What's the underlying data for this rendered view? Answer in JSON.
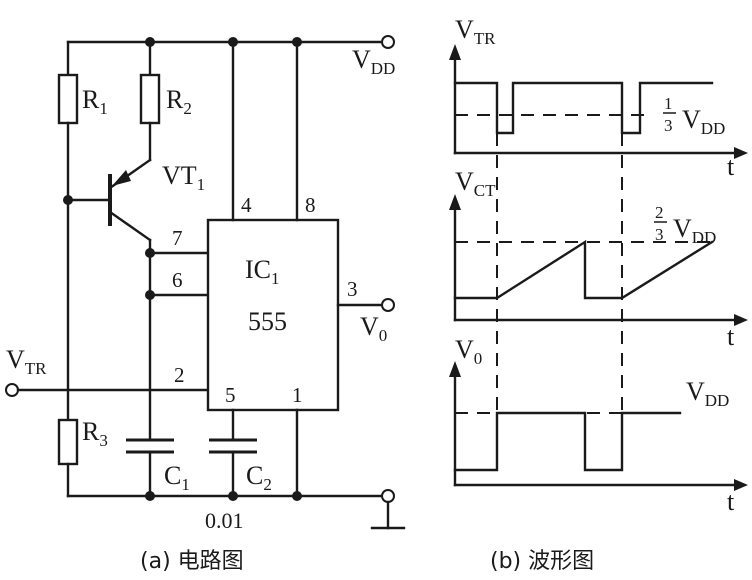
{
  "circuit": {
    "ic_label": "IC",
    "ic_sub": "1",
    "ic_part": "555",
    "pins": {
      "p4": "4",
      "p8": "8",
      "p7": "7",
      "p6": "6",
      "p2": "2",
      "p5": "5",
      "p1": "1",
      "p3": "3"
    },
    "r1": {
      "main": "R",
      "sub": "1"
    },
    "r2": {
      "main": "R",
      "sub": "2"
    },
    "r3": {
      "main": "R",
      "sub": "3"
    },
    "vt1": {
      "main": "VT",
      "sub": "1"
    },
    "c1": {
      "main": "C",
      "sub": "1"
    },
    "c2": {
      "main": "C",
      "sub": "2"
    },
    "c2_value": "0.01",
    "vdd": {
      "main": "V",
      "sub": "DD"
    },
    "vtr": {
      "main": "V",
      "sub": "TR"
    },
    "vo": {
      "main": "V",
      "sub": "0"
    },
    "caption": "(a) 电路图"
  },
  "waveforms": {
    "top": {
      "main": "V",
      "sub": "TR",
      "axis": "t",
      "level_frac": "1/3",
      "level_main": "V",
      "level_sub": "DD"
    },
    "mid": {
      "main": "V",
      "sub": "CT",
      "axis": "t",
      "level_frac": "2/3",
      "level_main": "V",
      "level_sub": "DD"
    },
    "bot": {
      "main": "V",
      "sub": "0",
      "axis": "t",
      "level_main": "V",
      "level_sub": "DD"
    },
    "caption": "(b) 波形图"
  }
}
